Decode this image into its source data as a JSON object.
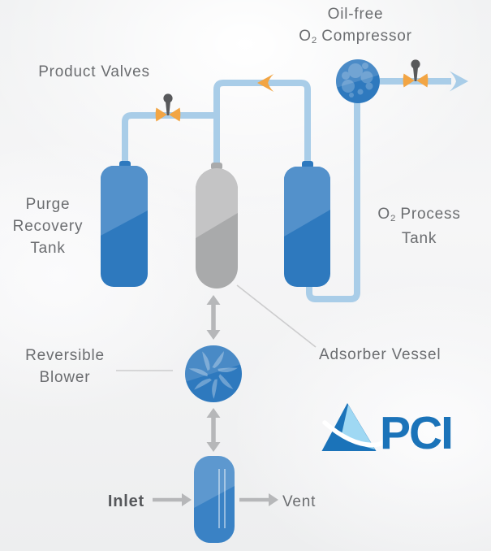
{
  "labels": {
    "product_valves": "Product Valves",
    "oil_free_line1": "Oil-free",
    "oil_free_o": "O",
    "oil_free_sub": "2",
    "oil_free_rest": " Compressor",
    "purge_tank_line1": "Purge",
    "purge_tank_line2": "Recovery",
    "purge_tank_line3": "Tank",
    "o2_process_o": "O",
    "o2_process_sub": "2",
    "o2_process_rest": " Process",
    "o2_process_line2": "Tank",
    "reversible_blower_line1": "Reversible",
    "reversible_blower_line2": "Blower",
    "adsorber_vessel": "Adsorber Vessel",
    "inlet": "Inlet",
    "vent": "Vent"
  },
  "logo": {
    "text": "PCI"
  },
  "icons": {
    "product_valve": "bowtie-valve-with-stem",
    "check_valve": "orange-left-swept-arrow",
    "outlet_arrow": "blue-right-swept-arrow",
    "flow_arrow": "gray-double-vertical-arrow",
    "inlet_arrow": "gray-right-arrow",
    "vent_arrow": "gray-right-arrow",
    "compressor": "blue-circle-with-bubbles",
    "blower": "blue-circle-with-pinwheel-swirl",
    "logo_mark": "two-tone-mountain-triangle-with-white-swoosh"
  },
  "colors": {
    "pipe": "#a9cde8",
    "vessel_blue": "#2e79be",
    "vessel_blue_light": "#5391cb",
    "inlet_vessel_blue": "#3a82c5",
    "vessel_gray": "#a9aaab",
    "vessel_gray_light": "#c4c4c5",
    "valve_orange": "#f2a544",
    "valve_stem_gray": "#58595b",
    "flow_arrow_gray": "#b6b7b9",
    "leader_line_gray": "#cccccd",
    "label_text": "#6b6d70",
    "logo_dark_blue": "#1b73b9",
    "logo_light_blue": "#9fd8f3"
  }
}
